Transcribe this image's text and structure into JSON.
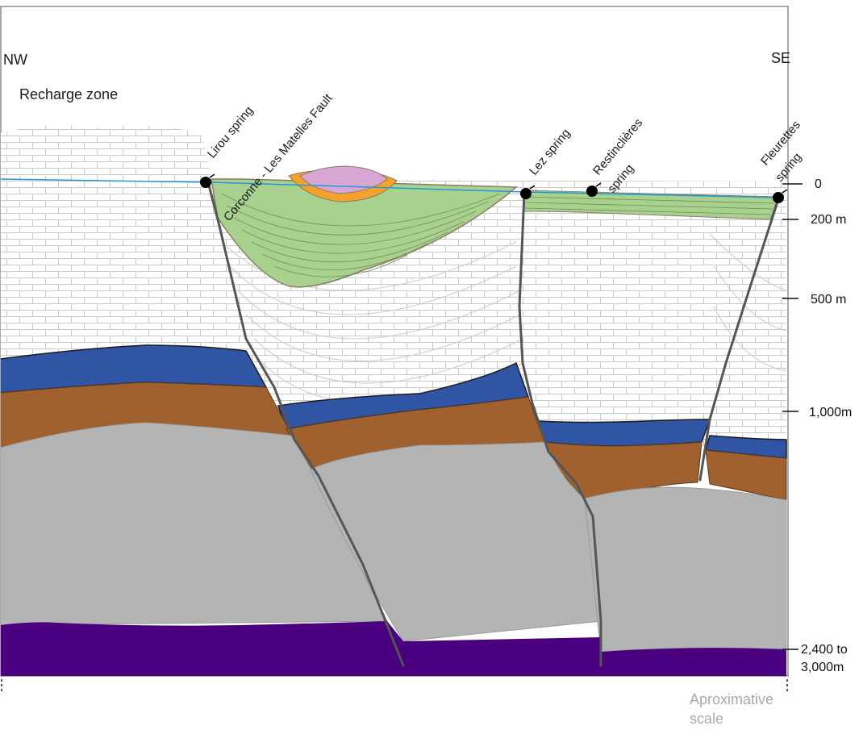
{
  "orientation": {
    "left": "NW",
    "right": "SE"
  },
  "zones": {
    "recharge": "Recharge zone"
  },
  "springs": [
    {
      "name": "Lirou spring"
    },
    {
      "name": "Lez spring"
    },
    {
      "name": "Restinclières spring",
      "lines": [
        "Restinclières",
        "spring"
      ]
    },
    {
      "name": "Fleurettes spring",
      "lines": [
        "Fleurettes",
        "spring"
      ]
    }
  ],
  "faults": {
    "main": "Corconne - Les Matelles Fault"
  },
  "scale": {
    "ticks": [
      "0",
      "200 m",
      "500 m",
      "1,000m"
    ],
    "bottom": [
      "2,400 to",
      "3,000m"
    ],
    "note": [
      "Aproximative",
      "scale"
    ]
  },
  "colors": {
    "limestone": "#ffffff",
    "limestone_lines": "#c9c9c9",
    "green_layer": "#a9d18e",
    "orange_layer": "#f4a22b",
    "pink_core": "#d8a6d3",
    "blue_layer": "#2f55a4",
    "brown_layer": "#a0612f",
    "gray_layer": "#b4b4b4",
    "purple_basement": "#4b007f",
    "water_table": "#1f9ad6",
    "fault_line": "#555555"
  }
}
